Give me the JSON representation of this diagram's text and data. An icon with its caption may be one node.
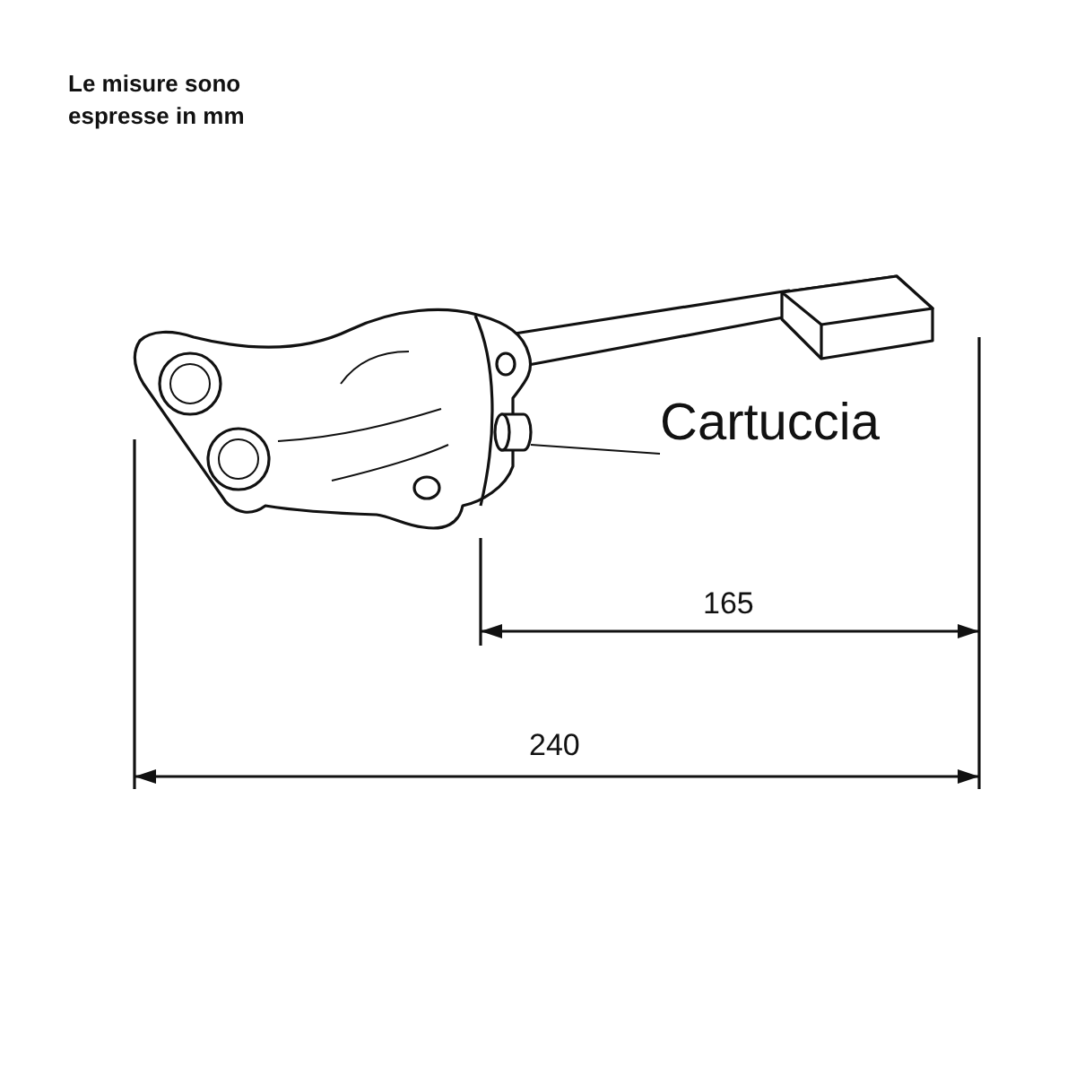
{
  "diagram": {
    "nodes": [
      {
        "text": [
          "Cartuccia"
        ]
      },
      {
        "text": [],
        "shape": "cylinder"
      }
    ],
    "edges": [
      {
        "from": 0,
        "to": 1,
        "arrow": "none"
      }
    ],
    "labels": [
      "Le misure sono espresse in mm",
      "165",
      "240"
    ]
  }
}
